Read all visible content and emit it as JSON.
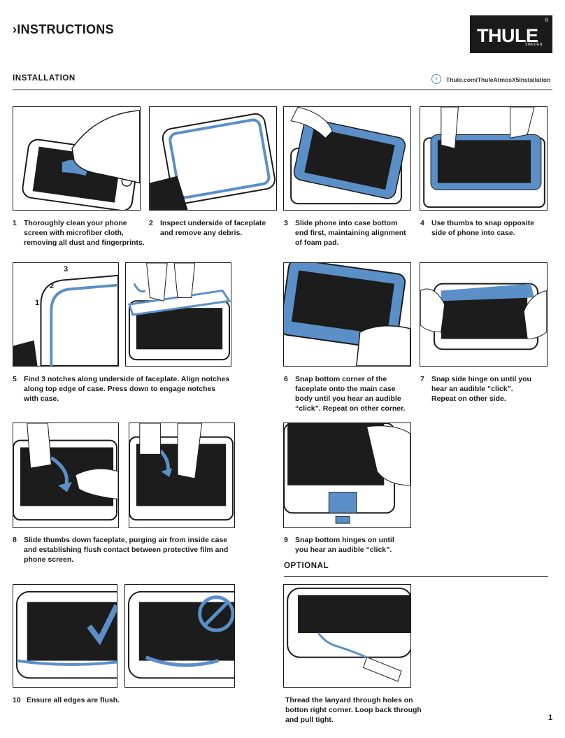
{
  "header": {
    "title": "INSTRUCTIONS",
    "title_arrow": "›"
  },
  "logo": {
    "brand": "THULE",
    "sub": "SWEDEN",
    "reg": "®"
  },
  "installation": {
    "title": "INSTALLATION",
    "link_text": "Thule.com/ThuleAtmosX5Installation",
    "link_icon": "chevron-right-circle-icon"
  },
  "steps": [
    {
      "num": "1",
      "text": "Thoroughly clean your phone\nscreen with microfiber cloth,\nremoving all dust and fingerprints."
    },
    {
      "num": "2",
      "text": "Inspect underside of faceplate\nand remove any debris."
    },
    {
      "num": "3",
      "text": "Slide phone into case bottom\nend first, maintaining alignment\nof foam pad."
    },
    {
      "num": "4",
      "text": "Use thumbs to snap opposite\nside of phone into case."
    },
    {
      "num": "5",
      "text": "Find 3 notches along underside of faceplate. Align notches\nalong top edge of case. Press down to engage notches\nwith case."
    },
    {
      "num": "6",
      "text": "Snap bottom corner of the\nfaceplate onto the main case\nbody until you hear an audible\n“click”. Repeat on other corner."
    },
    {
      "num": "7",
      "text": "Snap side hinge on until you\nhear an audible “click”.\nRepeat on other side."
    },
    {
      "num": "8",
      "text": "Slide thumbs down faceplate, purging air from inside case\nand establishing flush contact between protective film and\nphone screen."
    },
    {
      "num": "9",
      "text": "Snap bottom hinges on until\nyou hear an audible “click”."
    },
    {
      "num": "10",
      "text": "Ensure all edges are flush."
    }
  ],
  "notch_labels": [
    "1",
    "2",
    "3"
  ],
  "optional": {
    "title": "OPTIONAL",
    "text": "Thread the lanyard through holes on\nbotton right corner. Loop back through\nand pull tight."
  },
  "page_number": "1",
  "colors": {
    "accent_blue": "#5b8fc7",
    "ink": "#1a1a1a",
    "screen": "#1c1c1c"
  }
}
